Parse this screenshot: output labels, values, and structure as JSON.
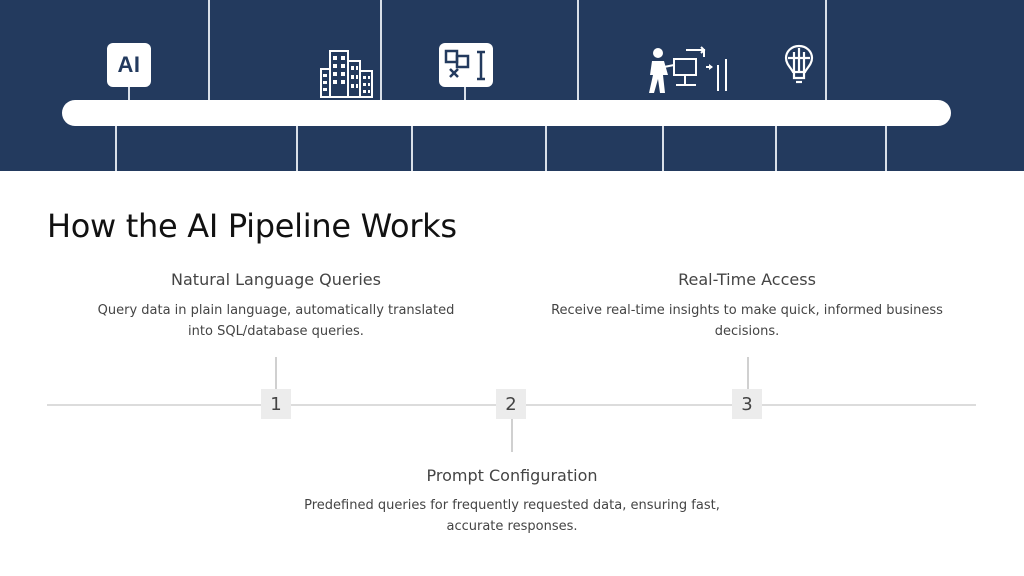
{
  "banner": {
    "ai_badge_label": "AI",
    "icons": [
      "ai-badge-icon",
      "buildings-icon",
      "form-cursor-icon",
      "presenter-chart-icon",
      "lightbulb-icon"
    ],
    "background": "#233a5e"
  },
  "title": "How the AI Pipeline Works",
  "steps": [
    {
      "number": "1",
      "title": "Natural Language Queries",
      "description": "Query data in plain language, automatically translated into SQL/database queries."
    },
    {
      "number": "2",
      "title": "Prompt Configuration",
      "description": "Predefined queries for frequently requested data, ensuring fast, accurate responses."
    },
    {
      "number": "3",
      "title": "Real-Time Access",
      "description": "Receive real-time insights to make quick, informed business decisions."
    }
  ]
}
